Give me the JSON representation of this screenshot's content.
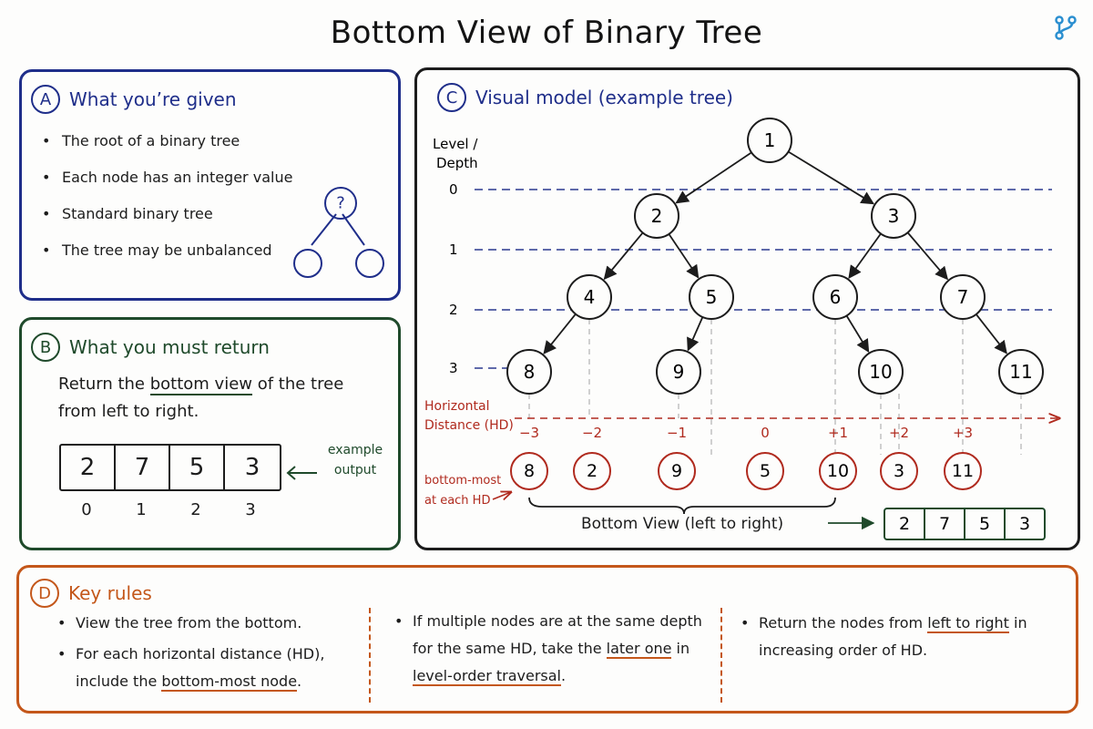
{
  "title": "Bottom View of Binary Tree",
  "icon": "branch-icon",
  "colors": {
    "blue": "#1f2e8a",
    "green": "#1f4a2b",
    "orange": "#c4571a",
    "red": "#b02a1e",
    "navy_dash": "#2b3a8f"
  },
  "panel_a": {
    "badge": "A",
    "heading": "What you’re given",
    "bullets": [
      "The root of a binary tree",
      "Each node has an integer value",
      "Standard binary tree",
      "The tree may be unbalanced"
    ],
    "mini_tree_root": "?"
  },
  "panel_b": {
    "badge": "B",
    "heading": "What you must return",
    "text_before": "Return the ",
    "text_underlined": "bottom view",
    "text_after": " of the tree from left to right.",
    "array": [
      "2",
      "7",
      "5",
      "3"
    ],
    "indices": [
      "0",
      "1",
      "2",
      "3"
    ],
    "example_label": "example output"
  },
  "panel_c": {
    "badge": "C",
    "heading": "Visual model  (example tree)",
    "level_label": "Level / Depth",
    "levels": [
      "0",
      "1",
      "2",
      "3"
    ],
    "nodes": [
      "1",
      "2",
      "3",
      "4",
      "5",
      "6",
      "7",
      "8",
      "9",
      "10",
      "11"
    ],
    "hd_label": "Horizontal Distance (HD)",
    "hd_values": [
      "−3",
      "−2",
      "−1",
      "0",
      "+1",
      "+2",
      "+3"
    ],
    "bottom_nodes": [
      "8",
      "2",
      "9",
      "5",
      "10",
      "3",
      "11"
    ],
    "bottom_label": "bottom-most at each HD",
    "bottom_view_label": "Bottom View (left to right)",
    "result": [
      "2",
      "7",
      "5",
      "3"
    ]
  },
  "panel_d": {
    "badge": "D",
    "heading": "Key rules",
    "col1": [
      {
        "before": "View the tree from the bottom.",
        "u": "",
        "after": ""
      },
      {
        "before": "For each horizontal distance (HD), include the ",
        "u": "bottom-most node",
        "after": "."
      }
    ],
    "col2": [
      {
        "before": "If multiple nodes are at the same depth for the same HD, take the ",
        "u": "later one",
        "mid": " in ",
        "u2": "level-order traversal",
        "after": "."
      }
    ],
    "col3": [
      {
        "before": "Return the nodes from ",
        "u": "left to right",
        "after": " in increasing order of HD."
      }
    ]
  }
}
